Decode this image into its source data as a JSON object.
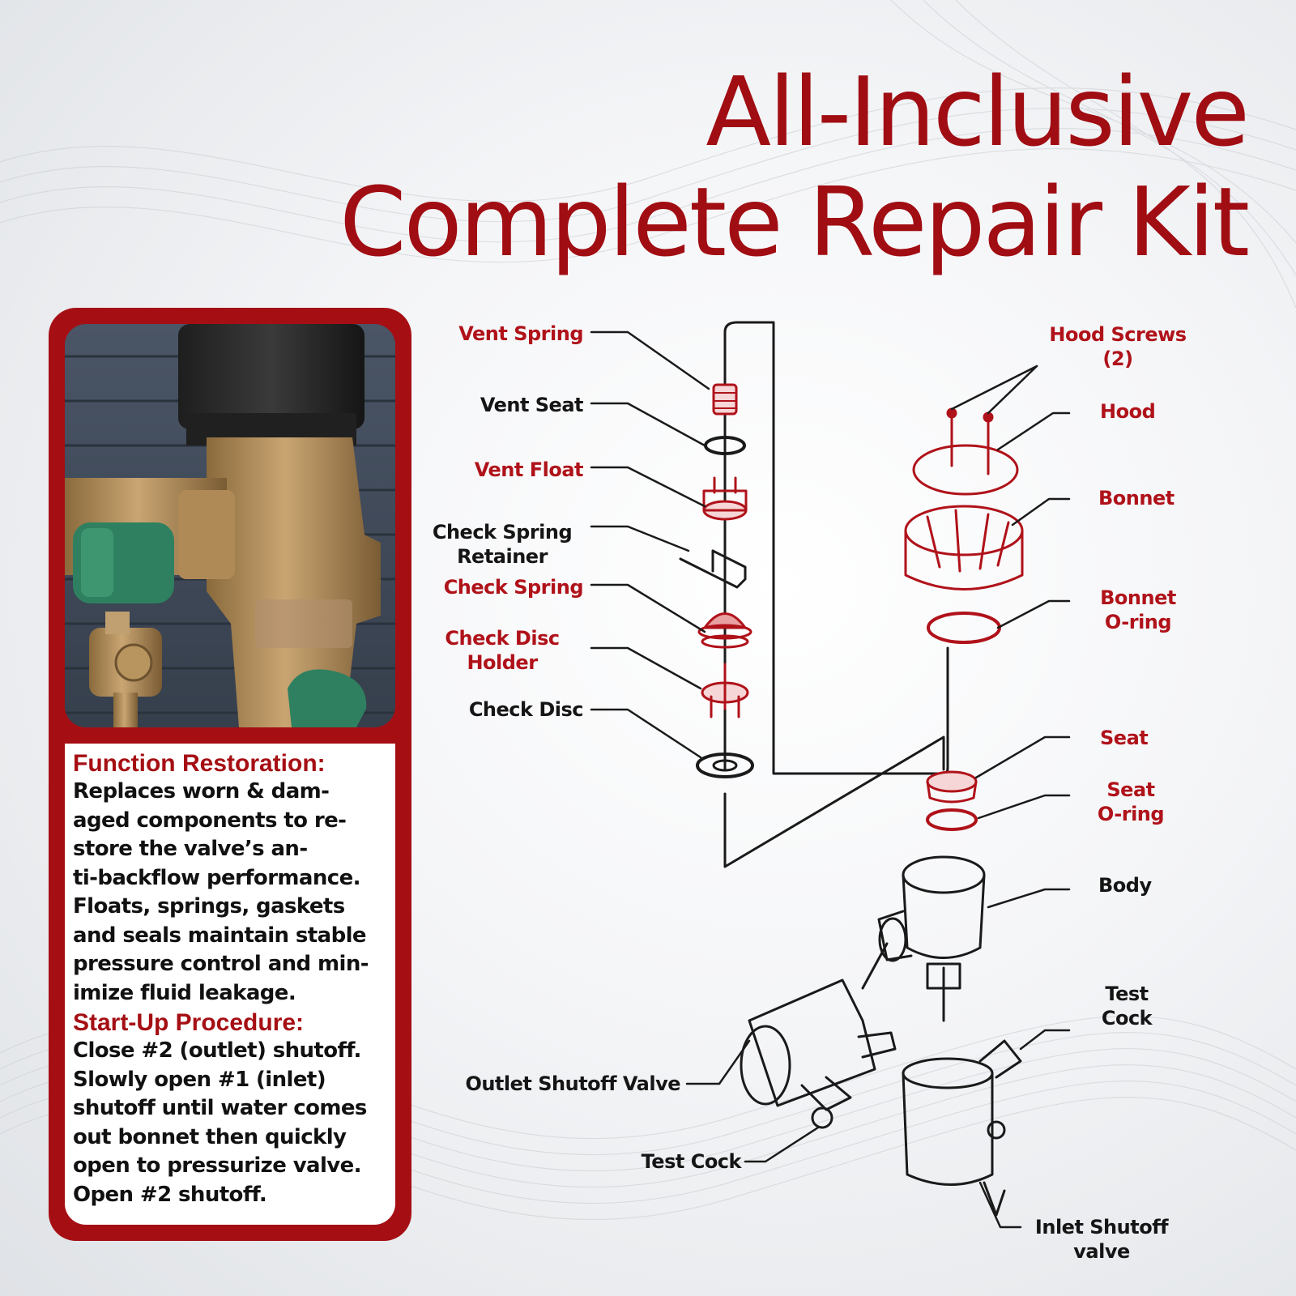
{
  "title": {
    "line1": "All-Inclusive",
    "line2": "Complete Repair Kit"
  },
  "colors": {
    "accent": "#a50f14",
    "label_red": "#b0121a",
    "label_black": "#151515"
  },
  "info": {
    "function_heading": "Function Restoration:",
    "function_text": "Replaces worn & dam-\naged components to re-\nstore the valve’s an-\nti-backflow performance.\nFloats, springs, gaskets\nand seals maintain stable\npressure control and min-\nimize fluid leakage.",
    "startup_heading": "Start-Up Procedure:",
    "startup_text": "Close #2 (outlet) shutoff.\nSlowly open #1 (inlet)\nshutoff until water comes\nout bonnet then quickly\nopen to pressurize valve.\nOpen #2 shutoff."
  },
  "labels": {
    "vent_spring": "Vent Spring",
    "vent_seat": "Vent Seat",
    "vent_float": "Vent Float",
    "check_spring_retainer": "Check Spring\nRetainer",
    "check_spring": "Check Spring",
    "check_disc_holder": "Check Disc\nHolder",
    "check_disc": "Check Disc",
    "hood_screws": "Hood Screws\n(2)",
    "hood": "Hood",
    "bonnet": "Bonnet",
    "bonnet_oring": "Bonnet\nO-ring",
    "seat": "Seat",
    "seat_oring": "Seat\nO-ring",
    "body": "Body",
    "test_cock_right": "Test\nCock",
    "outlet_shutoff_valve": "Outlet Shutoff Valve",
    "test_cock_left": "Test Cock",
    "inlet_shutoff_valve": "Inlet Shutoff\nvalve"
  }
}
